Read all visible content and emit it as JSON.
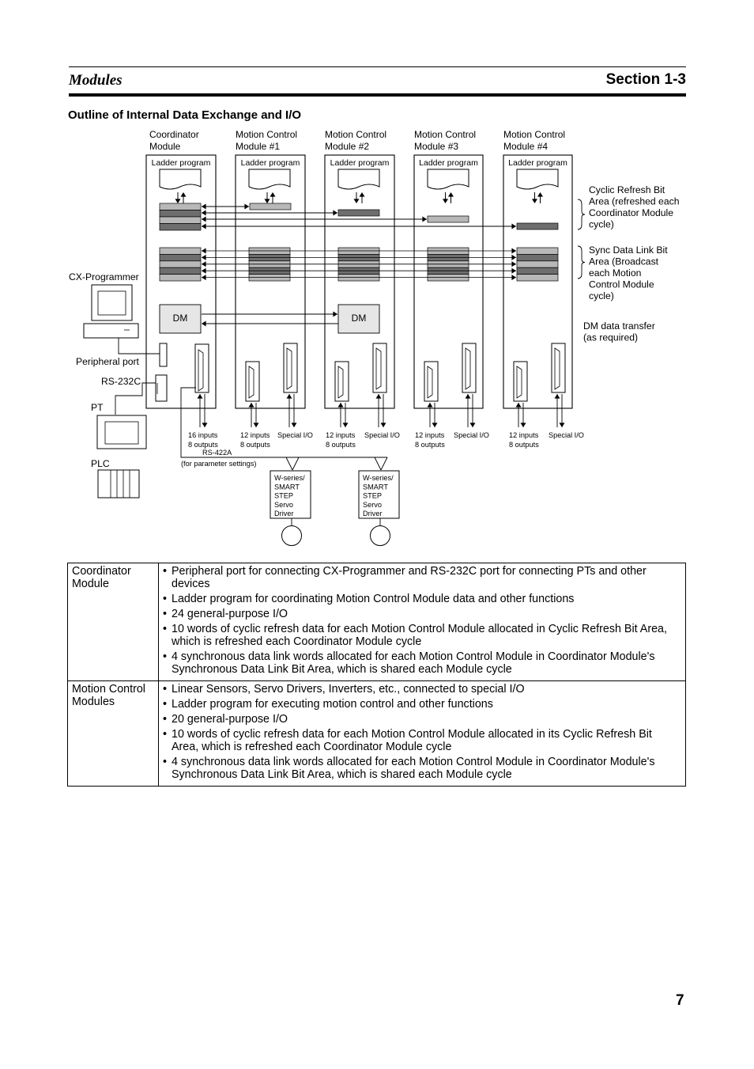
{
  "header": {
    "left": "Modules",
    "right": "Section 1-3"
  },
  "heading": "Outline of Internal Data Exchange and I/O",
  "diagram": {
    "module_titles": [
      [
        "Coordinator",
        "Module"
      ],
      [
        "Motion Control",
        "Module #1"
      ],
      [
        "Motion Control",
        "Module #2"
      ],
      [
        "Motion Control",
        "Module #3"
      ],
      [
        "Motion Control",
        "Module #4"
      ]
    ],
    "ladder_program": "Ladder program",
    "dm": "DM",
    "cyclic_refresh_note": [
      "Cyclic Refresh Bit",
      "Area (refreshed each",
      "Coordinator Module",
      "cycle)"
    ],
    "sync_note": [
      "Sync Data Link Bit",
      "Area (Broadcast",
      "each Motion",
      "Control Module",
      "cycle)"
    ],
    "dm_note": [
      "DM data transfer",
      "(as required)"
    ],
    "cx_programmer": "CX-Programmer",
    "peripheral_port": "Peripheral port",
    "rs232c": "RS-232C",
    "pt": "PT",
    "plc": "PLC",
    "coord_io": [
      "16 inputs",
      "8 outputs"
    ],
    "motion_io": [
      "12 inputs",
      "8 outputs"
    ],
    "special_io": "Special I/O",
    "rs422a": "RS-422A",
    "param_settings": "(for parameter settings)",
    "servo_driver": [
      "W-series/",
      "SMART",
      "STEP",
      "Servo",
      "Driver"
    ]
  },
  "table": {
    "rows": [
      {
        "label": "Coordinator Module",
        "items": [
          "Peripheral port for connecting CX-Programmer and RS-232C port for connecting PTs and other devices",
          "Ladder program for coordinating Motion Control Module data and other functions",
          "24 general-purpose I/O",
          "10 words of cyclic refresh data for each Motion Control Module allocated in Cyclic Refresh Bit Area, which is refreshed each Coordinator Module cycle",
          "4 synchronous data link words allocated for each Motion Control Module in Coordinator Module's Synchronous Data Link Bit Area, which is shared each Module cycle"
        ]
      },
      {
        "label": "Motion Control Modules",
        "items": [
          "Linear Sensors, Servo Drivers, Inverters, etc., connected to special I/O",
          "Ladder program for executing motion control and other functions",
          "20 general-purpose I/O",
          "10 words of cyclic refresh data for each Motion Control Module allocated in its Cyclic Refresh Bit Area, which is refreshed each Coordinator Module cycle",
          "4 synchronous data link words allocated for each Motion Control Module in Coordinator Module's Synchronous Data Link Bit Area, which is shared each Module cycle"
        ]
      }
    ]
  },
  "page_number": "7"
}
